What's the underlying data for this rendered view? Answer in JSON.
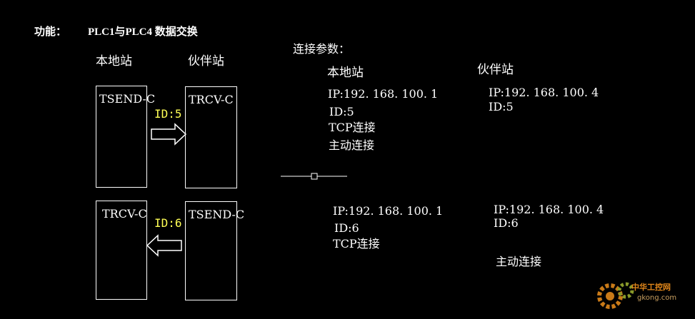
{
  "header": {
    "label": "功能：",
    "title": "PLC1与PLC4  数据交换"
  },
  "columns": {
    "local": "本地站",
    "partner": "伙伴站"
  },
  "exchange1": {
    "local_block": "TSEND-C",
    "partner_block": "TRCV-C",
    "id_label": "ID:5"
  },
  "exchange2": {
    "local_block": "TRCV-C",
    "partner_block": "TSEND-C",
    "id_label": "ID:6"
  },
  "params": {
    "title": "连接参数：",
    "local_title": "本地站",
    "partner_title": "伙伴站",
    "conn1": {
      "local_ip": "IP:192. 168. 100. 1",
      "local_id": "ID:5",
      "local_type": "TCP连接",
      "local_mode": "主动连接",
      "partner_ip": "IP:192. 168. 100. 4",
      "partner_id": "ID:5"
    },
    "conn2": {
      "local_ip": "IP:192. 168. 100. 1",
      "local_id": "ID:6",
      "local_type": "TCP连接",
      "partner_ip": "IP:192. 168. 100. 4",
      "partner_id": "ID:6",
      "partner_mode": "主动连接"
    }
  },
  "watermark": {
    "brand": "中华工控网",
    "url": "gkong.com"
  },
  "colors": {
    "background": "#000000",
    "text": "#ffffff",
    "id_label": "#ffff55",
    "watermark": "#e0861a"
  }
}
